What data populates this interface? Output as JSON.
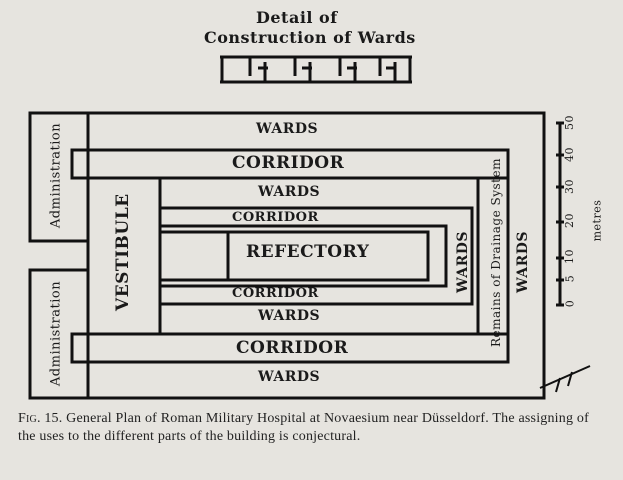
{
  "detail": {
    "title_line1": "Detail of",
    "title_line2": "Construction of Wards"
  },
  "labels": {
    "wards": "WARDS",
    "corridor": "CORRIDOR",
    "refectory": "REFECTORY",
    "vestibule": "VESTIBULE",
    "administration": "Administration",
    "drainage": "Remains of Drainage System"
  },
  "scale": {
    "ticks": [
      "50",
      "40",
      "30",
      "20",
      "10",
      "5",
      "0"
    ],
    "unit": "metres"
  },
  "caption": {
    "fig": "Fig. 15.",
    "text": "General Plan of Roman Military Hospital at Novaesium near Düsseldorf. The assigning of the uses to the different parts of the building is conjectural."
  }
}
